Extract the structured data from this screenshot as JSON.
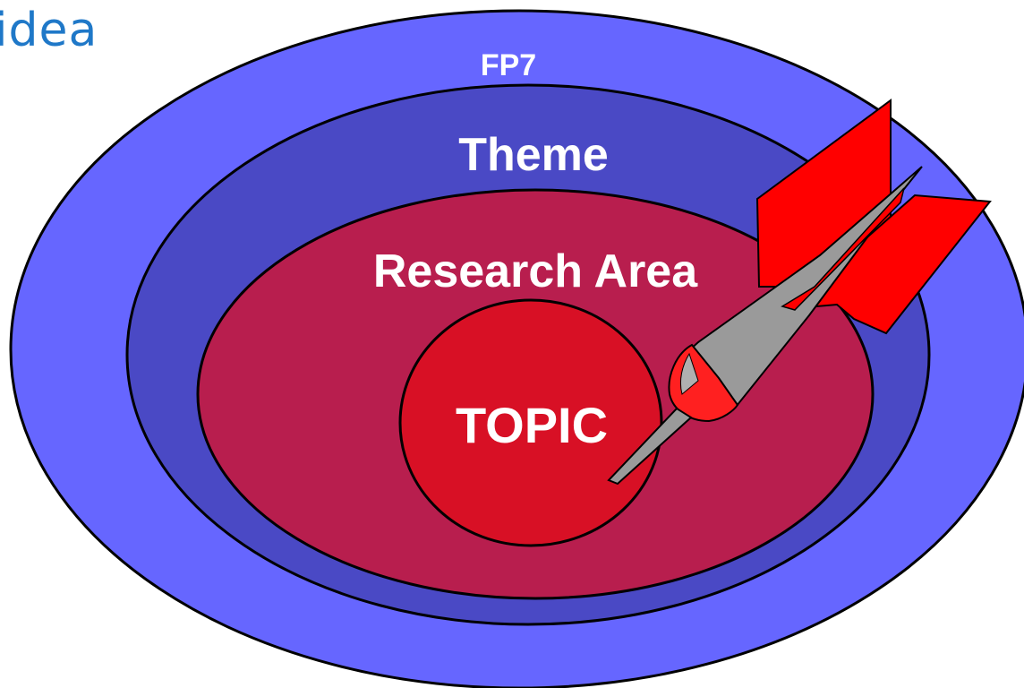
{
  "heading": {
    "text": "idea"
  },
  "rings": [
    {
      "id": "fp7",
      "label": "FP7",
      "fill": "#6666ff"
    },
    {
      "id": "theme",
      "label": "Theme",
      "fill": "#4a49c5"
    },
    {
      "id": "research-area",
      "label": "Research Area",
      "fill": "#b81e4e"
    },
    {
      "id": "topic",
      "label": "TOPIC",
      "fill": "#d81025"
    }
  ],
  "dart": {
    "icon": "dart-icon",
    "flight_color": "#ff0000",
    "body_color": "#9a9a9a",
    "nose_color": "#ff2020"
  },
  "colors": {
    "heading": "#1f78c8",
    "outline": "#000000",
    "label": "#ffffff"
  }
}
